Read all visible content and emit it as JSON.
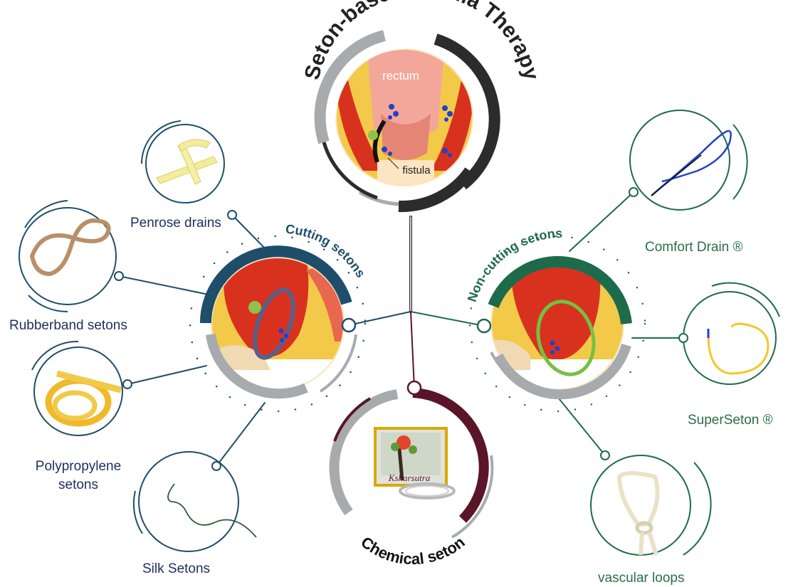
{
  "title": "Seton-based Fistula Therapy",
  "center_image": {
    "labels": {
      "rectum": "rectum",
      "fistula": "fistula"
    }
  },
  "hubs": {
    "cutting": {
      "label": "Cutting setons",
      "color": "#1f4e6b"
    },
    "non_cutting": {
      "label": "Non-cutting setons",
      "color": "#1e6b4c"
    },
    "chemical": {
      "label": "Chemical seton",
      "color": "#5a1528",
      "product_text": "Ksharsutra"
    }
  },
  "cutting_items": [
    {
      "label": "Penrose drains",
      "icon": "penrose-drain-icon"
    },
    {
      "label": "Rubberband setons",
      "icon": "rubberband-icon"
    },
    {
      "label": "Polypropylene\nsetons",
      "line1": "Polypropylene",
      "line2": "setons",
      "icon": "polypropylene-tube-icon"
    },
    {
      "label": "Silk Setons",
      "icon": "silk-thread-icon"
    }
  ],
  "non_cutting_items": [
    {
      "label": "Comfort Drain ®",
      "icon": "comfort-drain-icon"
    },
    {
      "label": "SuperSeton ®",
      "icon": "superseton-icon"
    },
    {
      "label": "vascular loops",
      "icon": "vascular-loop-icon"
    }
  ],
  "colors": {
    "navy_text": "#1d2f5e",
    "green_text": "#2b6e4a",
    "gray_ring": "#a7abad",
    "dark_ring": "#2c2c2c",
    "tissue_red": "#d8321f",
    "fat_yellow": "#f3c94a",
    "rectum_pink": "#f2a79a"
  }
}
